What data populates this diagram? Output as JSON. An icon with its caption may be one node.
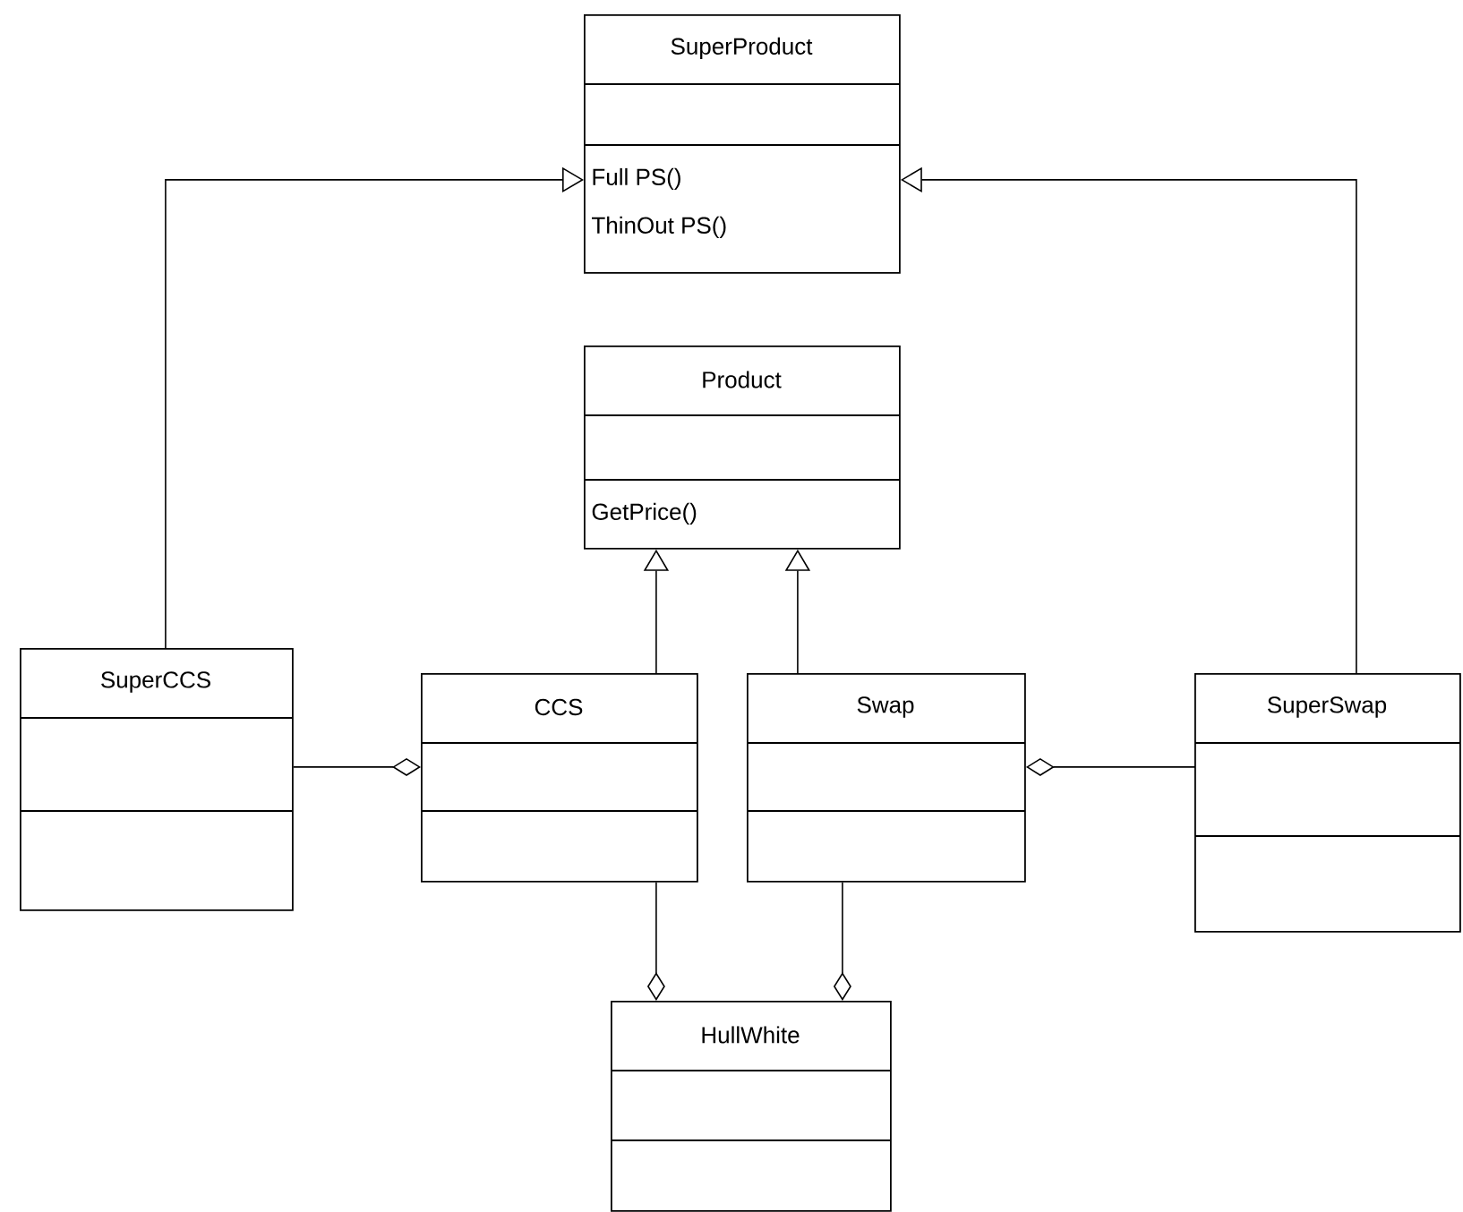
{
  "diagram": {
    "nodes": [
      {
        "text": [
          "SuperProduct",
          "Full PS()",
          "ThinOut PS()"
        ]
      },
      {
        "text": [
          "Product",
          "GetPrice()"
        ]
      },
      {
        "text": [
          "SuperCCS"
        ]
      },
      {
        "text": [
          "CCS"
        ]
      },
      {
        "text": [
          "Swap"
        ]
      },
      {
        "text": [
          "SuperSwap"
        ]
      },
      {
        "text": [
          "HullWhite"
        ]
      }
    ],
    "edges": [
      {
        "from": 2,
        "to": 0,
        "arrow": "to"
      },
      {
        "from": 5,
        "to": 0,
        "arrow": "to"
      },
      {
        "from": 3,
        "to": 1,
        "arrow": "to"
      },
      {
        "from": 4,
        "to": 1,
        "arrow": "to"
      },
      {
        "from": 2,
        "to": 3,
        "arrow": "other"
      },
      {
        "from": 5,
        "to": 4,
        "arrow": "other"
      },
      {
        "from": 3,
        "to": 6,
        "arrow": "other"
      },
      {
        "from": 4,
        "to": 6,
        "arrow": "other"
      }
    ]
  }
}
